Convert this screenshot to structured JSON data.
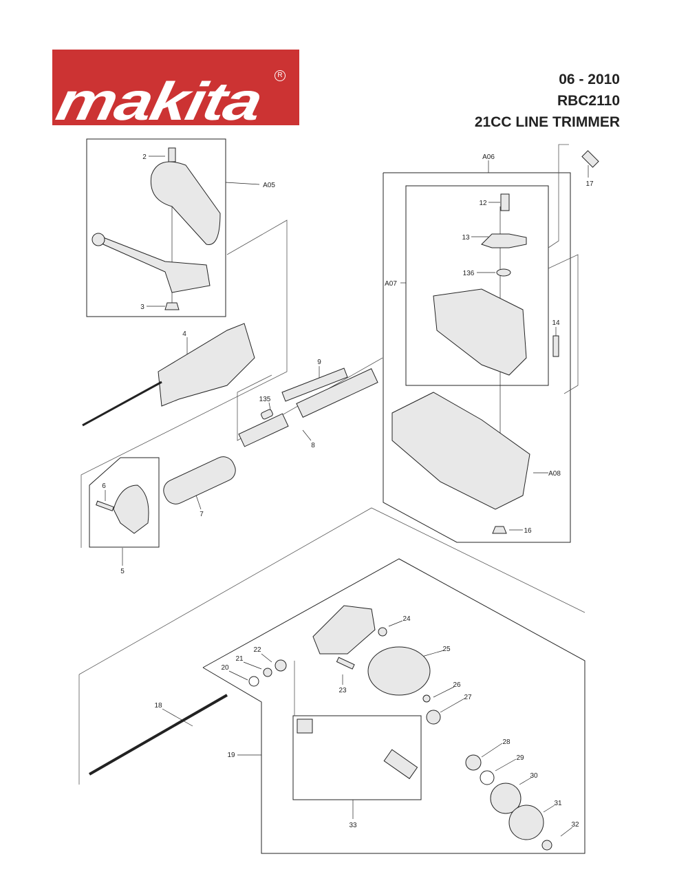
{
  "header": {
    "brand": "makita",
    "date": "06 - 2010",
    "model": "RBC2110",
    "title": "21CC LINE TRIMMER",
    "brand_color": "#cc3333"
  },
  "callouts": {
    "c2": "2",
    "cA05": "A05",
    "c3": "3",
    "c4": "4",
    "c9": "9",
    "c135": "135",
    "c8": "8",
    "c6": "6",
    "c7": "7",
    "c5": "5",
    "cA06": "A06",
    "c17": "17",
    "c12": "12",
    "c13": "13",
    "c136": "136",
    "cA07": "A07",
    "c14": "14",
    "cA08": "A08",
    "c16": "16",
    "c24": "24",
    "c22": "22",
    "c21": "21",
    "c20": "20",
    "c25": "25",
    "c23": "23",
    "c26": "26",
    "c27": "27",
    "c18": "18",
    "c19": "19",
    "c28": "28",
    "c29": "29",
    "c30": "30",
    "c31": "31",
    "c32": "32",
    "c33": "33"
  }
}
